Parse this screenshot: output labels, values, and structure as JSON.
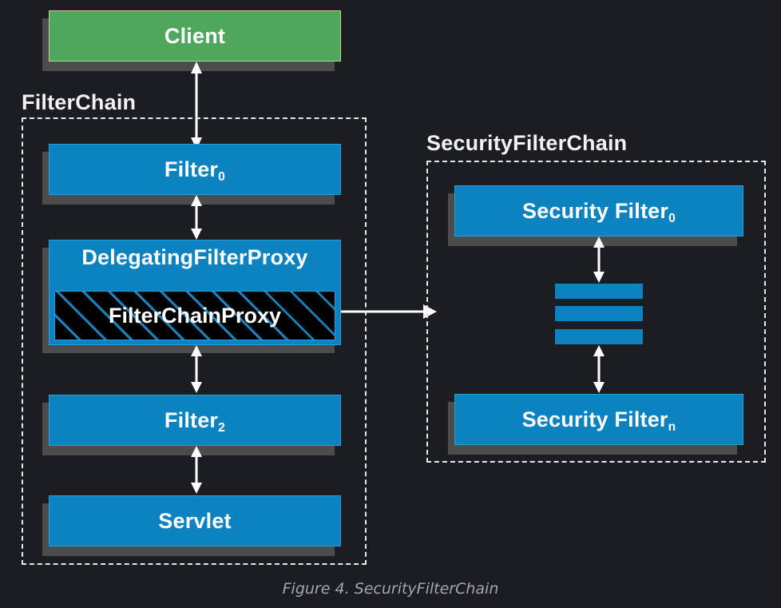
{
  "figure": {
    "caption": "Figure 4. SecurityFilterChain",
    "background_color": "#1b1d23",
    "box_blue": "#0c83c0",
    "box_green": "#4ea75c",
    "shadow_color": "#4c4c4c",
    "border_color": "#e8e8e8",
    "text_color": "#ffffff"
  },
  "client": {
    "label": "Client"
  },
  "filter_chain": {
    "title": "FilterChain",
    "nodes": [
      {
        "label": "Filter",
        "sub": "0"
      },
      {
        "label": "DelegatingFilterProxy",
        "sub": ""
      },
      {
        "label": "FilterChainProxy",
        "sub": ""
      },
      {
        "label": "Filter",
        "sub": "2"
      },
      {
        "label": "Servlet",
        "sub": ""
      }
    ]
  },
  "security_filter_chain": {
    "title": "SecurityFilterChain",
    "nodes": [
      {
        "label": "Security Filter",
        "sub": "0"
      },
      {
        "label": "Security Filter",
        "sub": "n"
      }
    ],
    "ellipsis_bars": 3
  }
}
